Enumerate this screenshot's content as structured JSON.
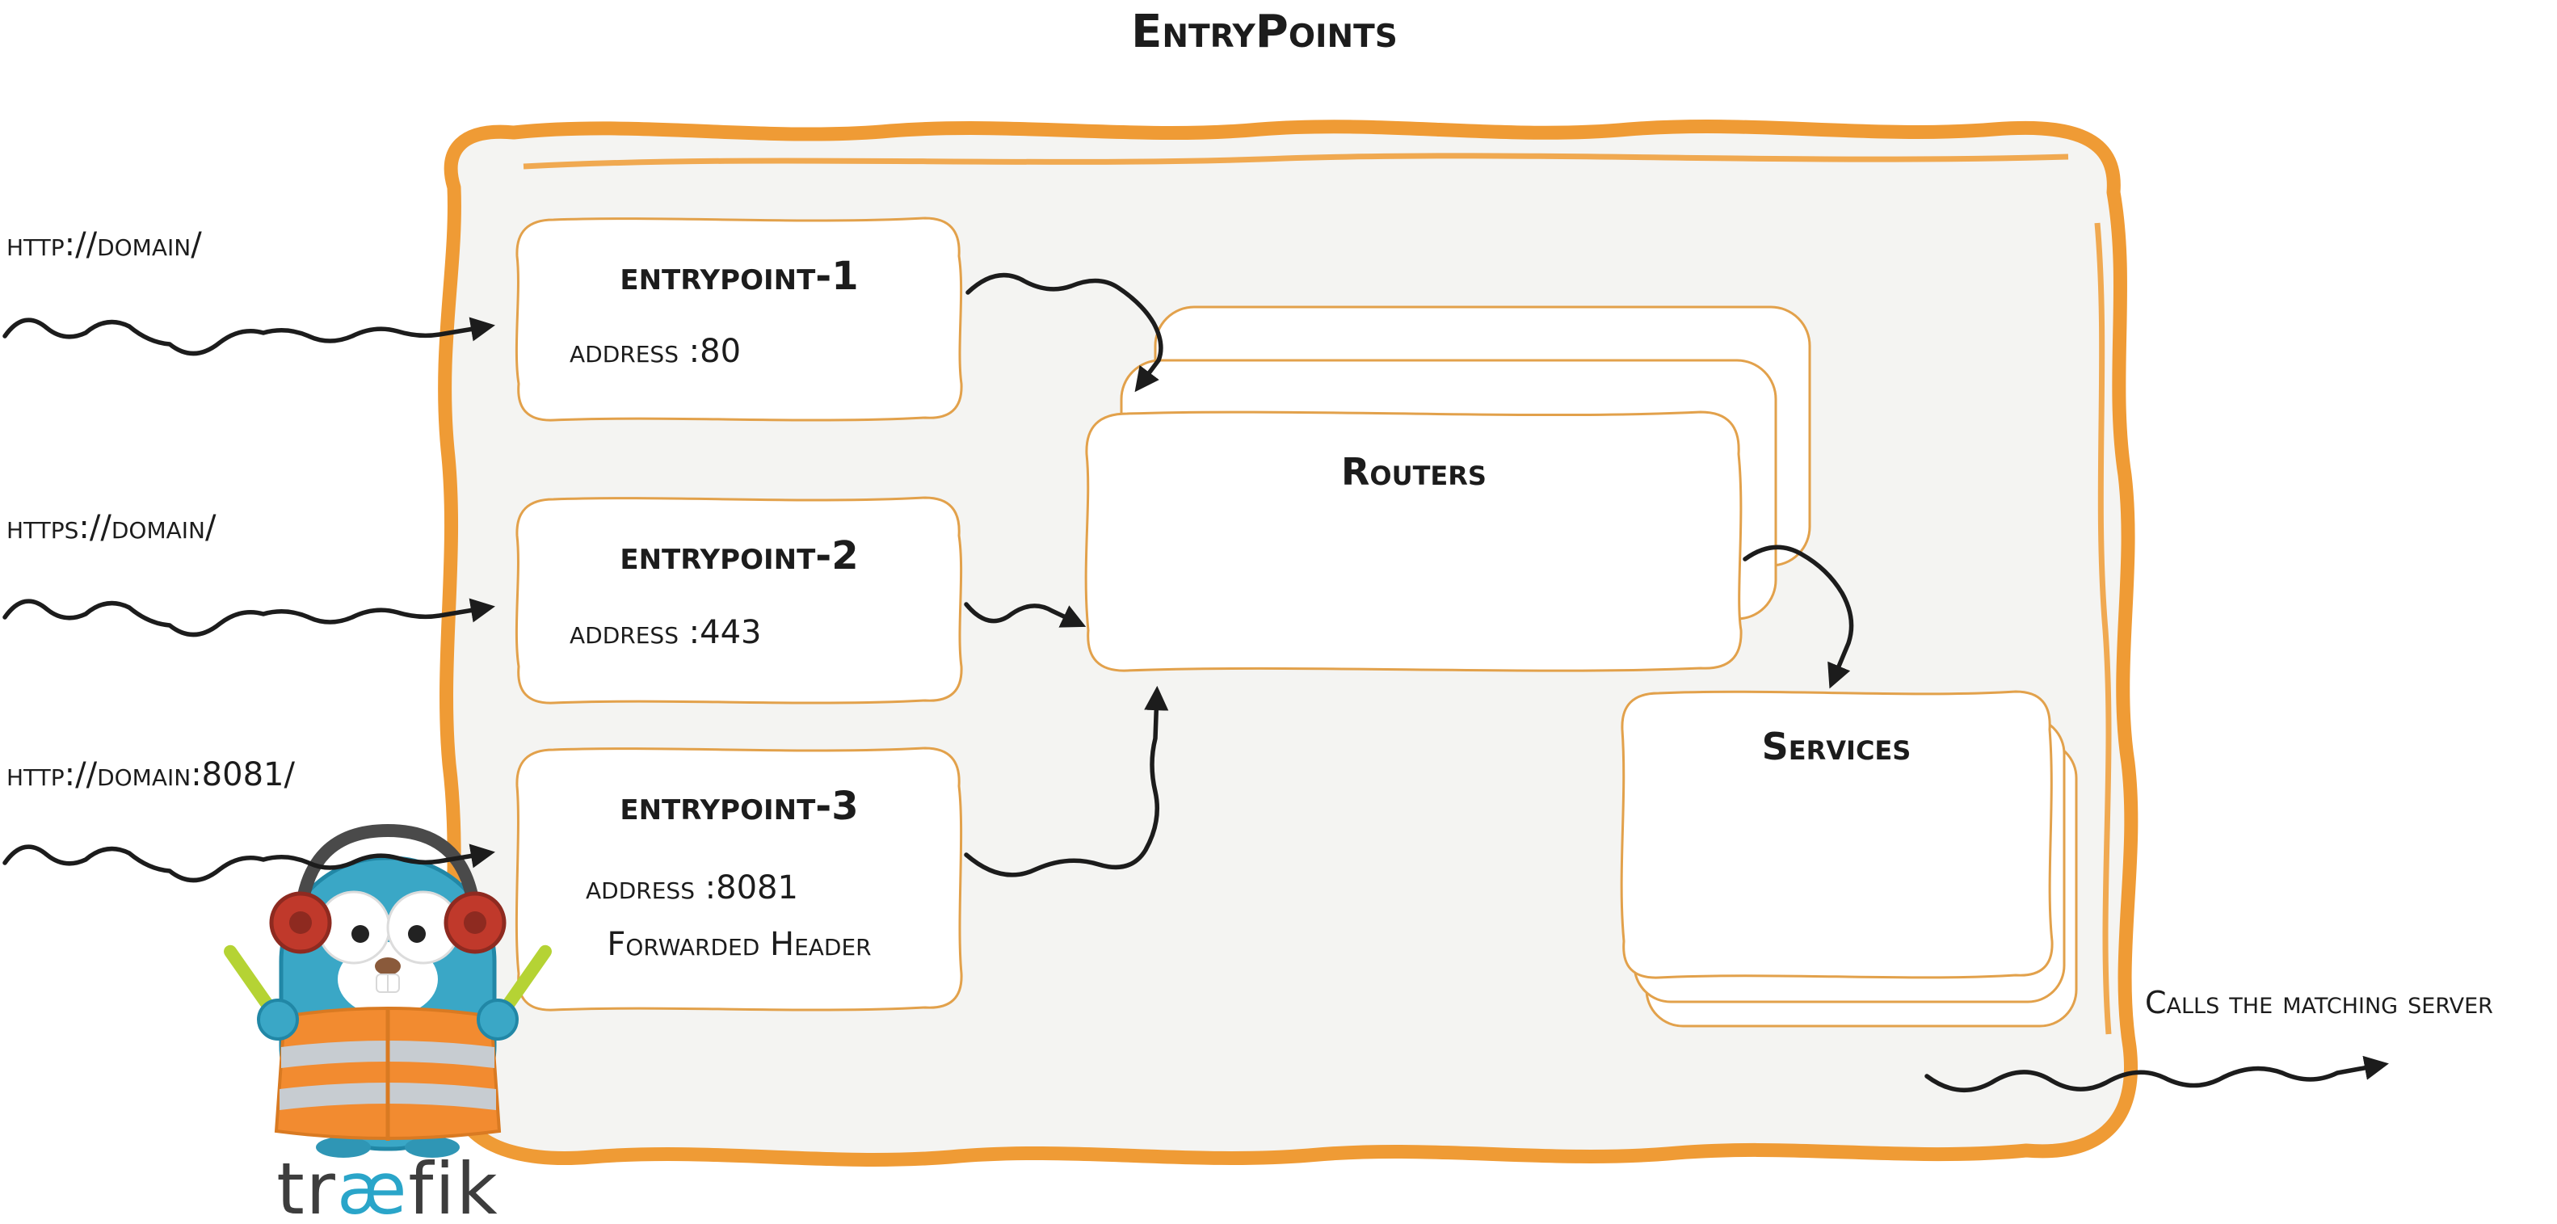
{
  "title": "EntryPoints",
  "incoming_requests": [
    {
      "label": "http://domain/"
    },
    {
      "label": "https://domain/"
    },
    {
      "label": "http://domain:8081/"
    }
  ],
  "entrypoints": [
    {
      "name": "entrypoint-1",
      "address": "address :80"
    },
    {
      "name": "entrypoint-2",
      "address": "address :443"
    },
    {
      "name": "entrypoint-3",
      "address": "address :8081",
      "extra": "Forwarded Header"
    }
  ],
  "routers": {
    "label": "Routers"
  },
  "services": {
    "label": "Services"
  },
  "outgoing": {
    "label": "Calls the matching server"
  },
  "brand": {
    "pre": "tr",
    "ligature": "æ",
    "post": "fik"
  },
  "colors": {
    "border_orange": "#ef9b35",
    "box_stroke": "#e2a14b",
    "container_fill": "#f4f4f2",
    "arrow_black": "#1c1c1c",
    "gopher_blue": "#3aa7c6",
    "vest_orange": "#f28b30",
    "baton_green": "#b5d334",
    "earmuff_red": "#c0392b",
    "brand_teal": "#2aa5c9",
    "brand_gray": "#3d3d3d"
  }
}
